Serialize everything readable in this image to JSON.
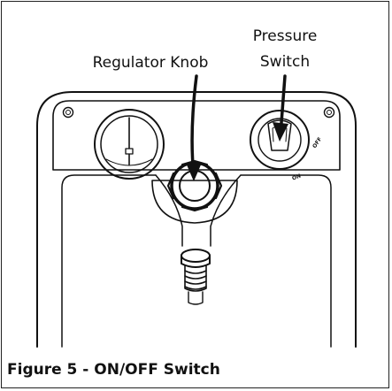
{
  "labels": {
    "regulator_knob": "Regulator Knob",
    "pressure_line1": "Pressure",
    "pressure_line2": "Switch",
    "off": "OFF",
    "on": "ON"
  },
  "caption": "Figure 5 - ON/OFF Switch"
}
